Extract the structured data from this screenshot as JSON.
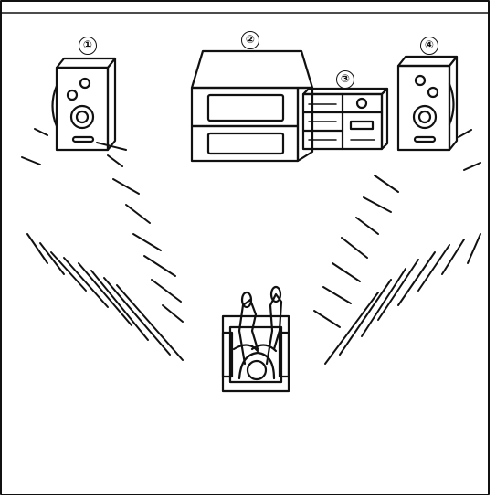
{
  "diagram": {
    "callouts": [
      "①",
      "②",
      "③",
      "④"
    ],
    "colors": {
      "ink": "#111111",
      "paper": "#ffffff"
    },
    "components": [
      "left-speaker",
      "television",
      "stereo-system",
      "right-speaker",
      "listener-in-armchair"
    ]
  }
}
